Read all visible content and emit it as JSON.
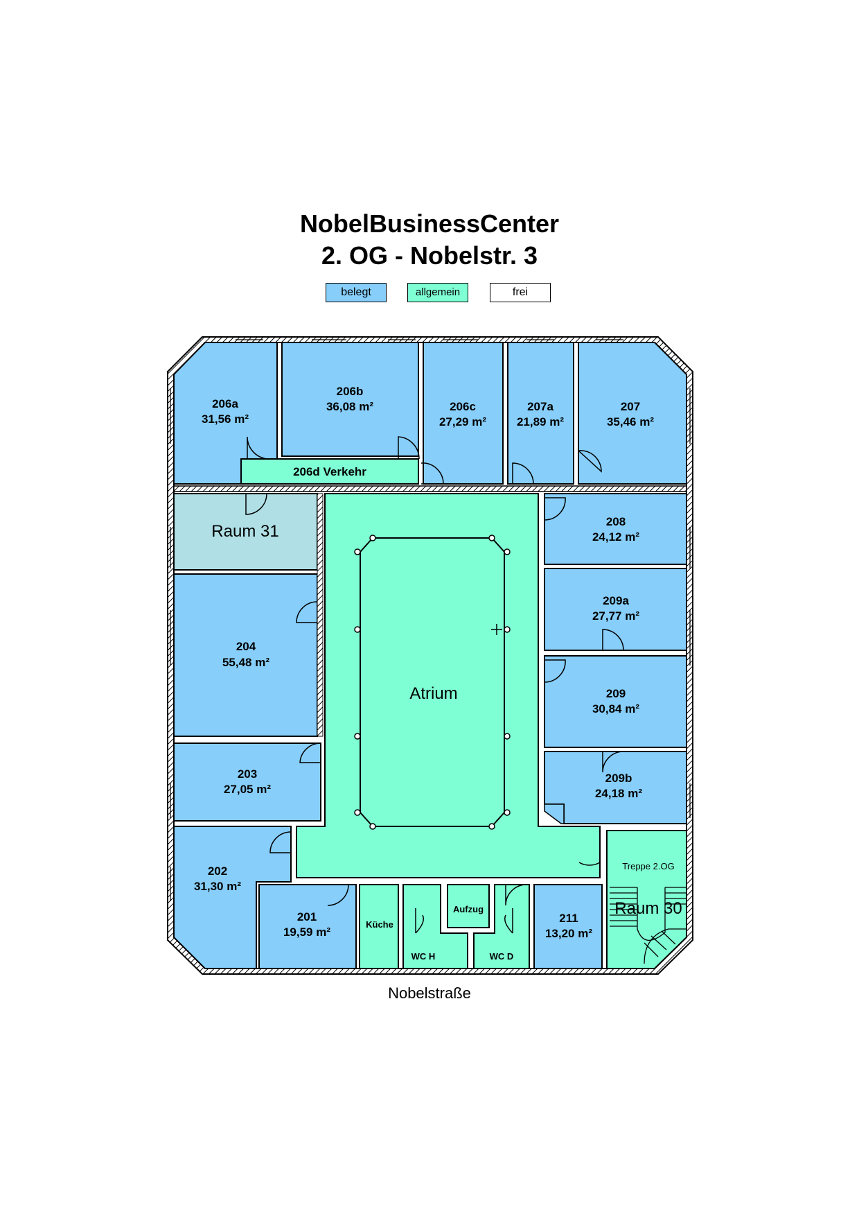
{
  "title": {
    "line1": "NobelBusinessCenter",
    "line2": "2. OG - Nobelstr. 3"
  },
  "legend": {
    "occupied": "belegt",
    "common": "allgemein",
    "free": "frei"
  },
  "colors": {
    "occupied": "#87CEFA",
    "common": "#7FFFD4",
    "free": "#FFFFFF",
    "special": "#B0E0E6",
    "wall": "#000000"
  },
  "rooms": {
    "r206a": {
      "name": "206a",
      "area": "31,56 m²"
    },
    "r206b": {
      "name": "206b",
      "area": "36,08 m²"
    },
    "r206c": {
      "name": "206c",
      "area": "27,29 m²"
    },
    "r207a": {
      "name": "207a",
      "area": "21,89 m²"
    },
    "r207": {
      "name": "207",
      "area": "35,46 m²"
    },
    "r206d": {
      "name": "206d Verkehr"
    },
    "raum31": {
      "name": "Raum 31"
    },
    "r208": {
      "name": "208",
      "area": "24,12 m²"
    },
    "r209a": {
      "name": "209a",
      "area": "27,77 m²"
    },
    "r204": {
      "name": "204",
      "area": "55,48 m²"
    },
    "atrium": {
      "name": "Atrium"
    },
    "r209": {
      "name": "209",
      "area": "30,84 m²"
    },
    "r203": {
      "name": "203",
      "area": "27,05 m²"
    },
    "r209b": {
      "name": "209b",
      "area": "24,18 m²"
    },
    "r202": {
      "name": "202",
      "area": "31,30 m²"
    },
    "treppe": {
      "name": "Treppe 2.OG"
    },
    "r201": {
      "name": "201",
      "area": "19,59 m²"
    },
    "kueche": {
      "name": "Küche"
    },
    "aufzug": {
      "name": "Aufzug"
    },
    "wch": {
      "name": "WC H"
    },
    "wcd": {
      "name": "WC D"
    },
    "r211": {
      "name": "211",
      "area": "13,20 m²"
    },
    "raum30": {
      "name": "Raum 30"
    }
  },
  "street": "Nobelstraße"
}
